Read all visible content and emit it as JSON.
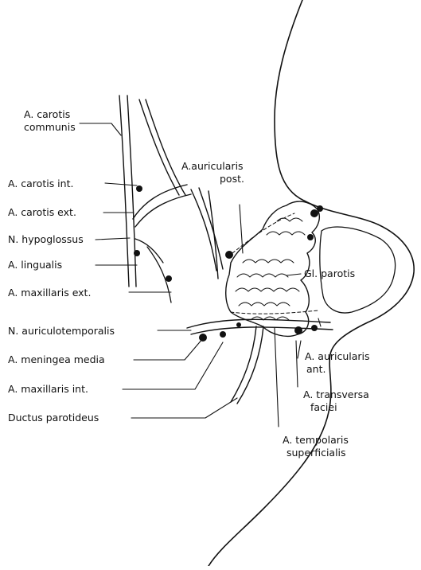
{
  "labels": {
    "carotis_communis_1": "A. carotis",
    "carotis_communis_2": "communis",
    "carotis_int": "A. carotis int.",
    "carotis_ext": "A. carotis ext.",
    "hypoglossus": "N. hypoglossus",
    "lingualis": "A. lingualis",
    "maxillaris_ext": "A. maxillaris ext.",
    "auriculotemporalis": "N. auriculotemporalis",
    "meningea_media": "A. meningea media",
    "maxillaris_int": "A. maxillaris int.",
    "ductus_parotideus": "Ductus parotideus",
    "auricularis_post_1": "A.auricularis",
    "auricularis_post_2": "post.",
    "gl_parotis": "Gl. parotis",
    "auricularis_ant_1": "A. auricularis",
    "auricularis_ant_2": "ant.",
    "transversa_faciei_1": "A. transversa",
    "transversa_faciei_2": "faciei",
    "temporalis_sup_1": "A. tempolaris",
    "temporalis_sup_2": "superficialis"
  },
  "colors": {
    "ink": "#111111",
    "paper": "#ffffff"
  }
}
